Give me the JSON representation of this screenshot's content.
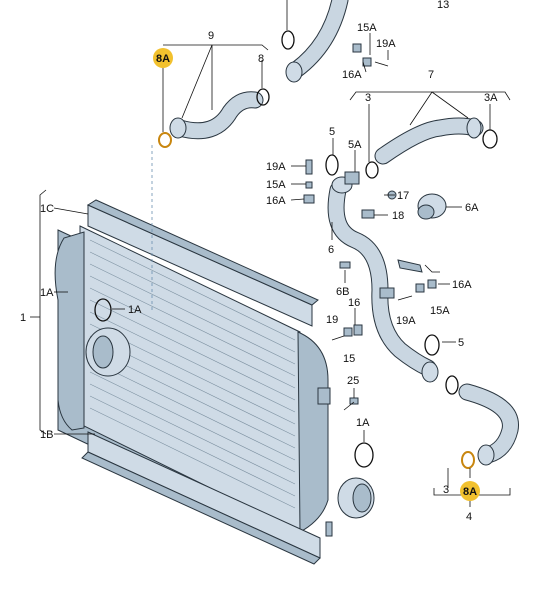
{
  "labels": {
    "l1": "1",
    "l1A": "1A",
    "l1Ac": "1A",
    "l1Ab": "1A",
    "l1B": "1B",
    "l1C": "1C",
    "l3a": "3",
    "l3b": "3",
    "l3A": "3A",
    "l4": "4",
    "l5a": "5",
    "l5b": "5",
    "l5A": "5A",
    "l6": "6",
    "l6A": "6A",
    "l6B": "6B",
    "l7": "7",
    "l8": "8",
    "l8Aa": "8A",
    "l8Ab": "8A",
    "l9": "9",
    "l13": "13",
    "l15": "15",
    "l15Aa": "15A",
    "l15Ab": "15A",
    "l15Ac": "15A",
    "l16": "16",
    "l16Aa": "16A",
    "l16Ab": "16A",
    "l16Ac": "16A",
    "l17": "17",
    "l18": "18",
    "l19": "19",
    "l19Aa": "19A",
    "l19Ab": "19A",
    "l19Ac": "19A",
    "l25": "25"
  },
  "colors": {
    "highlight": "#f2c12e",
    "outline": "#2a3640",
    "fill": "#cfdbe6",
    "oring": "#c8860f"
  }
}
